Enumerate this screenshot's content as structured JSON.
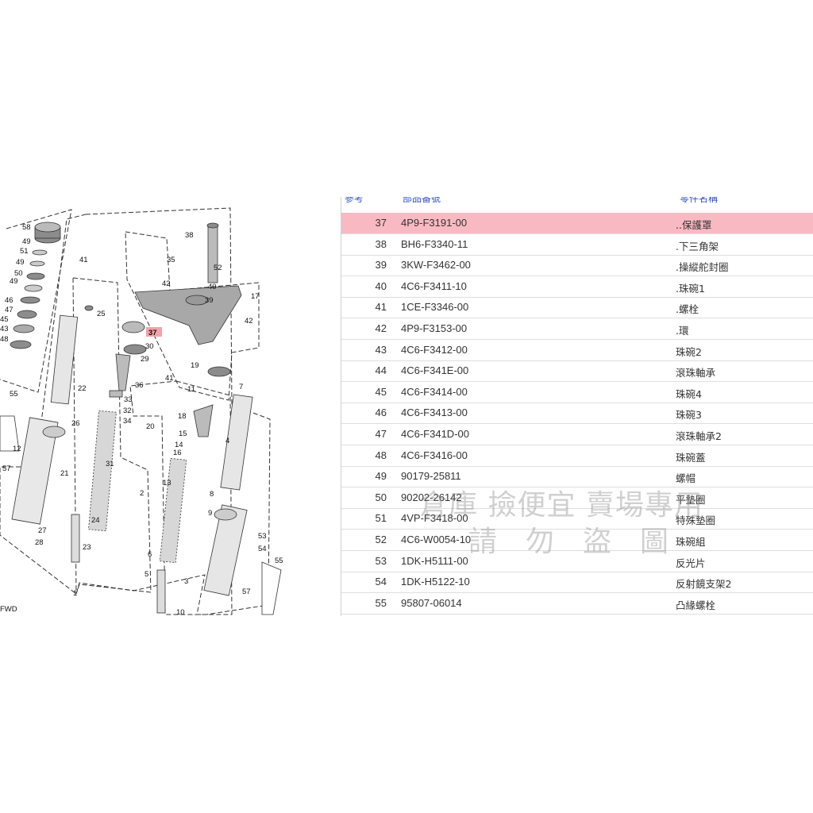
{
  "diagram": {
    "highlighted_callout": "37",
    "callouts": [
      "58",
      "49",
      "51",
      "49",
      "50",
      "49",
      "47",
      "45",
      "43",
      "46",
      "48",
      "41",
      "35",
      "38",
      "52",
      "42",
      "40",
      "39",
      "25",
      "37",
      "30",
      "29",
      "36",
      "33",
      "32",
      "34",
      "22",
      "26",
      "21",
      "31",
      "20",
      "24",
      "23",
      "27",
      "28",
      "1",
      "17",
      "42",
      "41",
      "19",
      "11",
      "18",
      "15",
      "14",
      "16",
      "13",
      "2",
      "6",
      "5",
      "10",
      "7",
      "4",
      "8",
      "9",
      "3",
      "55",
      "57",
      "12",
      "55",
      "57",
      "53",
      "54",
      "FWD"
    ]
  },
  "table": {
    "headers": {
      "ref": "參考",
      "part_no": "部品番號",
      "name": "零件名稱"
    },
    "selected_ref": "37",
    "rows": [
      {
        "ref": "37",
        "part_no": "4P9-F3191-00",
        "name": "..保護罩"
      },
      {
        "ref": "38",
        "part_no": "BH6-F3340-11",
        "name": ".下三角架"
      },
      {
        "ref": "39",
        "part_no": "3KW-F3462-00",
        "name": ".操縱舵封圈"
      },
      {
        "ref": "40",
        "part_no": "4C6-F3411-10",
        "name": ".珠碗1"
      },
      {
        "ref": "41",
        "part_no": "1CE-F3346-00",
        "name": ".螺栓"
      },
      {
        "ref": "42",
        "part_no": "4P9-F3153-00",
        "name": ".環"
      },
      {
        "ref": "43",
        "part_no": "4C6-F3412-00",
        "name": "珠碗2"
      },
      {
        "ref": "44",
        "part_no": "4C6-F341E-00",
        "name": "滾珠軸承"
      },
      {
        "ref": "45",
        "part_no": "4C6-F3414-00",
        "name": "珠碗4"
      },
      {
        "ref": "46",
        "part_no": "4C6-F3413-00",
        "name": "珠碗3"
      },
      {
        "ref": "47",
        "part_no": "4C6-F341D-00",
        "name": "滾珠軸承2"
      },
      {
        "ref": "48",
        "part_no": "4C6-F3416-00",
        "name": "珠碗蓋"
      },
      {
        "ref": "49",
        "part_no": "90179-25811",
        "name": "螺帽"
      },
      {
        "ref": "50",
        "part_no": "90202-26142",
        "name": "平墊圈"
      },
      {
        "ref": "51",
        "part_no": "4VP-F3418-00",
        "name": "特殊墊圈"
      },
      {
        "ref": "52",
        "part_no": "4C6-W0054-10",
        "name": "珠碗組"
      },
      {
        "ref": "53",
        "part_no": "1DK-H5111-00",
        "name": "反光片"
      },
      {
        "ref": "54",
        "part_no": "1DK-H5122-10",
        "name": "反射鏡支架2"
      },
      {
        "ref": "55",
        "part_no": "95807-06014",
        "name": "凸緣螺栓"
      }
    ]
  },
  "watermark": {
    "line1": "倉庫 撿便宜 賣場專用",
    "line2": "請勿盜圖"
  },
  "colors": {
    "selected_row": "#f9b9c3",
    "header_text": "#3355bb",
    "callout_highlight": "#f6a2a8"
  }
}
